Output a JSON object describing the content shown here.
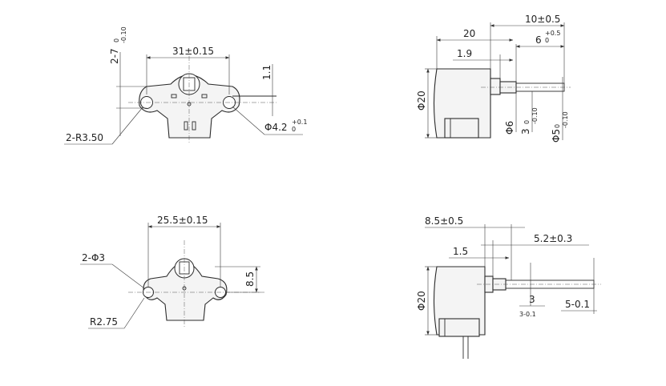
{
  "top_left": {
    "height_main": "2-7",
    "height_tol": "-0.10",
    "height_tol_upper": "0",
    "width": "31±0.15",
    "offset": "1.1",
    "hole_main": "Φ4.2",
    "hole_tol_upper": "+0.1",
    "hole_tol_lower": "0",
    "radius": "2-R3.50"
  },
  "top_right": {
    "overall": "10±0.5",
    "length": "20",
    "shaft_len_main": "6",
    "shaft_len_tol": "+0.5",
    "shaft_len_tol_lower": "0",
    "flange": "1.9",
    "diameter": "Φ20",
    "boss_dia": "Φ6",
    "flat_main": "3",
    "flat_tol_upper": "0",
    "flat_tol": "-0.10",
    "shaft_main": "Φ5",
    "shaft_tol_upper": "0",
    "shaft_tol": "-0.10"
  },
  "bottom_left": {
    "width": "25.5±0.15",
    "holes": "2-Φ3",
    "offset": "8.5",
    "radius": "R2.75"
  },
  "bottom_right": {
    "overall": "8.5±0.5",
    "shaft_len": "5.2±0.3",
    "flange": "1.5",
    "diameter": "Φ20",
    "flat_main": "3",
    "flat_tol": "3-0.1",
    "shaft": "5-0.1"
  }
}
